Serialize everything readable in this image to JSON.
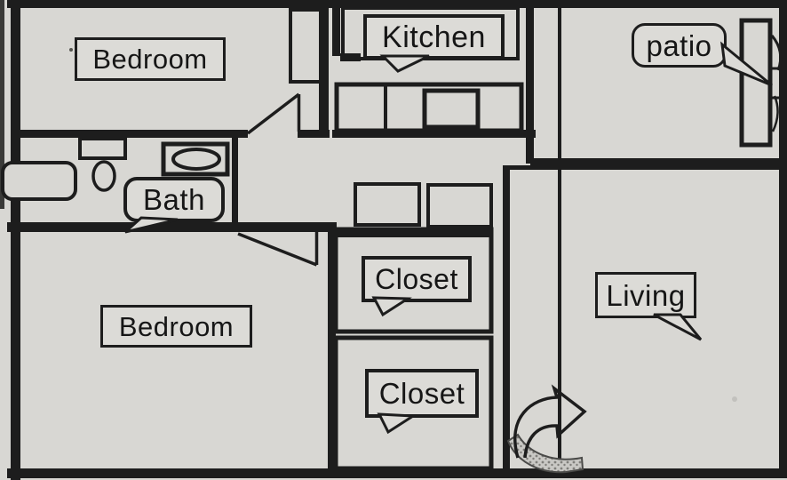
{
  "floor_plan": {
    "labels": {
      "bedroom_top": "Bedroom",
      "kitchen": "Kitchen",
      "patio": "patio",
      "bath": "Bath",
      "closet_upper": "Closet",
      "closet_lower": "Closet",
      "bedroom_bottom": "Bedroom",
      "living": "Living"
    },
    "colors": {
      "floor": "#d8d7d3",
      "wall": "#1d1d1d",
      "stipple_fill": "#c9c8c4",
      "stipple_dot": "#807f7b"
    },
    "symbols": {
      "entry_arrow": "curved-entry-arrow",
      "door_swing_bedroom_top": "door-swing-triangle",
      "door_swing_bedroom_bottom": "door-swing-triangle",
      "patio_door": "door-frame-with-swing-arcs",
      "toilet": "oval",
      "bathtub": "rect-with-ellipse",
      "vanity": "rounded-rect"
    }
  }
}
